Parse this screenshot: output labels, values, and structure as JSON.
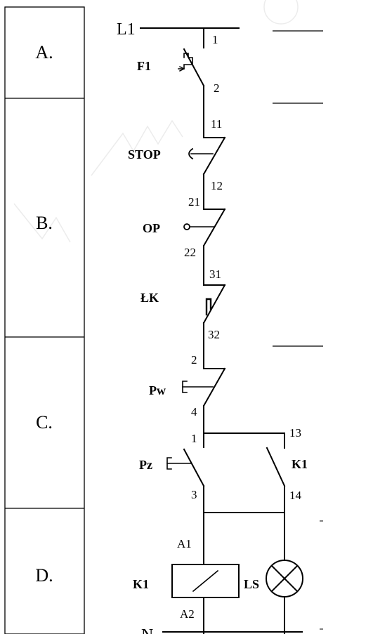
{
  "sections": [
    {
      "label": "A."
    },
    {
      "label": "B."
    },
    {
      "label": "C."
    },
    {
      "label": "D."
    }
  ],
  "diagram": {
    "supply_top": "L1",
    "supply_bottom": "N",
    "components": {
      "fuse": "F1",
      "stop": "STOP",
      "op": "OP",
      "lk": "ŁK",
      "pw": "Pw",
      "pz": "Pz",
      "k1_contact": "K1",
      "k1_coil": "K1",
      "lamp": "LS"
    },
    "terminals": {
      "f1_top": "1",
      "f1_bottom": "2",
      "stop_top": "11",
      "stop_bottom": "12",
      "op_top": "21",
      "op_bottom": "22",
      "lk_top": "31",
      "lk_bottom": "32",
      "pw_top": "2",
      "pw_bottom": "4",
      "pz_top": "1",
      "pz_bottom": "3",
      "k1_top": "13",
      "k1_bottom": "14",
      "coil_top": "A1",
      "coil_bottom": "A2"
    }
  }
}
